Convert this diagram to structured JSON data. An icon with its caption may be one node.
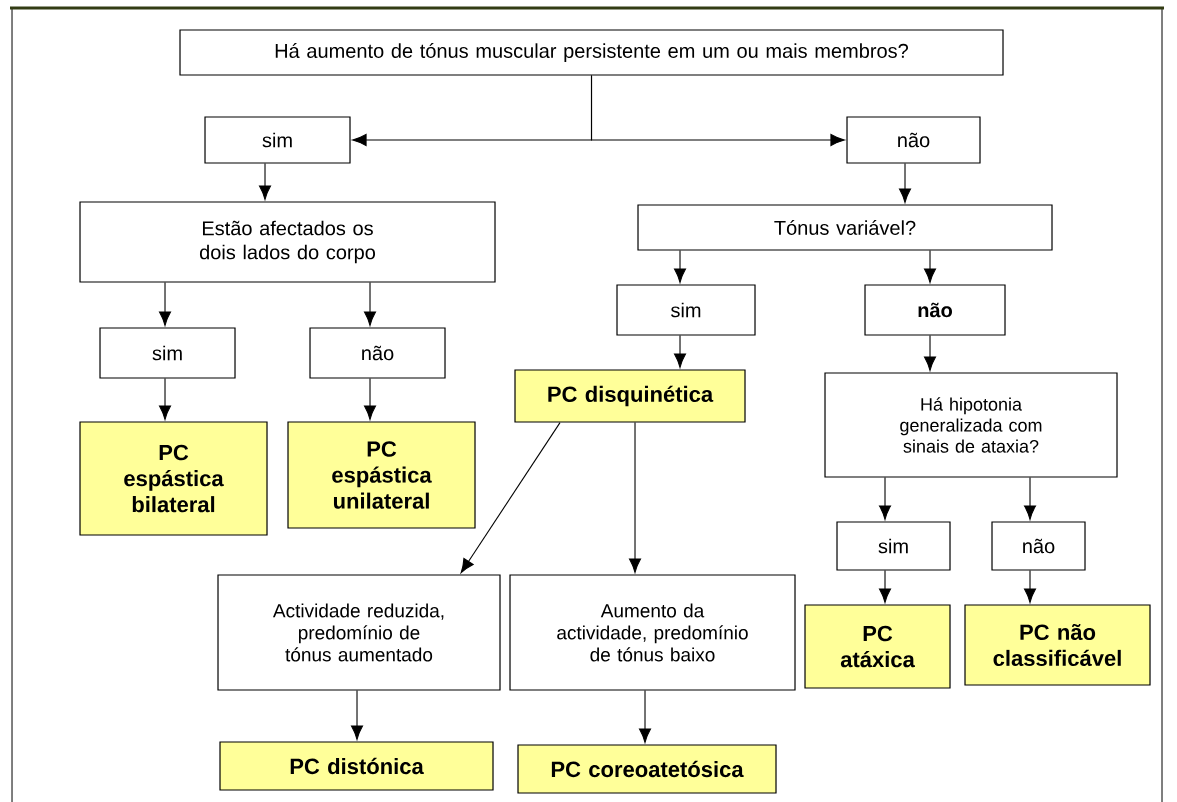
{
  "diagram": {
    "nodes": [
      {
        "text": [
          "Há aumento de tónus muscular persistente em um ou mais membros?"
        ]
      },
      {
        "text": [
          "sim"
        ]
      },
      {
        "text": [
          "não"
        ]
      },
      {
        "text": [
          "Estão afectados os dois lados do corpo"
        ]
      },
      {
        "text": [
          "Tónus variável?"
        ]
      },
      {
        "text": [
          "sim"
        ]
      },
      {
        "text": [
          "não"
        ]
      },
      {
        "text": [
          "sim"
        ]
      },
      {
        "text": [
          "não"
        ]
      },
      {
        "text": [
          "PC disquinética"
        ]
      },
      {
        "text": [
          "PC espástica bilateral"
        ]
      },
      {
        "text": [
          "PC espástica unilateral"
        ]
      },
      {
        "text": [
          "Há hipotonia generalizada com sinais de ataxia?"
        ]
      },
      {
        "text": [
          "Actividade reduzida, predomínio de tónus aumentado"
        ]
      },
      {
        "text": [
          "Aumento da actividade, predomínio de tónus baixo"
        ]
      },
      {
        "text": [
          "sim"
        ]
      },
      {
        "text": [
          "não"
        ]
      },
      {
        "text": [
          "PC atáxica"
        ]
      },
      {
        "text": [
          "PC não classificável"
        ]
      },
      {
        "text": [
          "PC distónica"
        ]
      },
      {
        "text": [
          "PC coreoatetósica"
        ]
      }
    ],
    "edges": [
      {
        "from": 0,
        "to": 1,
        "arrow": "to"
      },
      {
        "from": 0,
        "to": 2,
        "arrow": "to"
      },
      {
        "from": 1,
        "to": 3,
        "arrow": "to"
      },
      {
        "from": 2,
        "to": 4,
        "arrow": "to"
      },
      {
        "from": 3,
        "to": 5,
        "arrow": "to"
      },
      {
        "from": 3,
        "to": 6,
        "arrow": "to"
      },
      {
        "from": 4,
        "to": 7,
        "arrow": "to"
      },
      {
        "from": 4,
        "to": 8,
        "arrow": "to"
      },
      {
        "from": 5,
        "to": 10,
        "arrow": "to"
      },
      {
        "from": 6,
        "to": 11,
        "arrow": "to"
      },
      {
        "from": 7,
        "to": 9,
        "arrow": "to"
      },
      {
        "from": 8,
        "to": 12,
        "arrow": "to"
      },
      {
        "from": 9,
        "to": 13,
        "arrow": "to"
      },
      {
        "from": 9,
        "to": 14,
        "arrow": "to"
      },
      {
        "from": 12,
        "to": 15,
        "arrow": "to"
      },
      {
        "from": 12,
        "to": 16,
        "arrow": "to"
      },
      {
        "from": 15,
        "to": 17,
        "arrow": "to"
      },
      {
        "from": 16,
        "to": 18,
        "arrow": "to"
      },
      {
        "from": 13,
        "to": 19,
        "arrow": "to"
      },
      {
        "from": 14,
        "to": 20,
        "arrow": "to"
      }
    ]
  }
}
